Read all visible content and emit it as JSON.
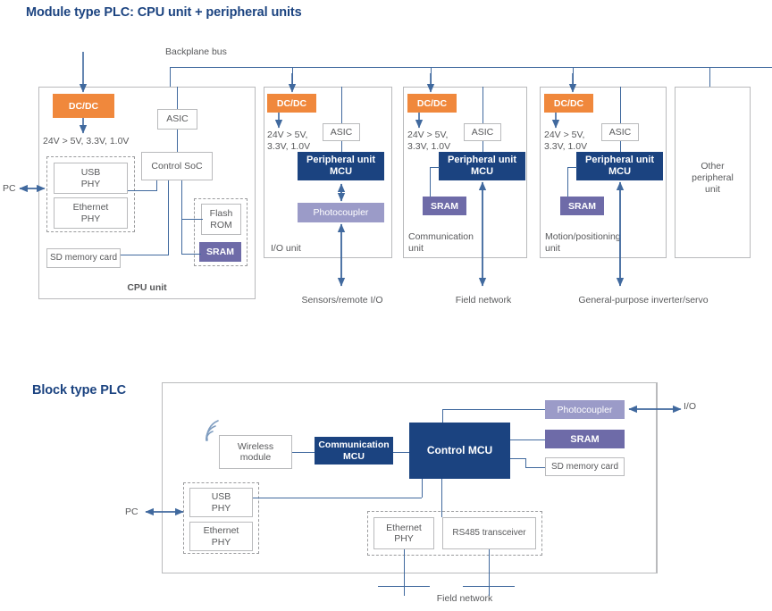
{
  "sections": {
    "module": {
      "title": "Module type PLC: CPU unit + peripheral units"
    },
    "block": {
      "title": "Block type PLC"
    }
  },
  "module_diagram": {
    "bus_label": "Backplane bus",
    "pc_label": "PC",
    "power_note": "24V > 5V, 3.3V, 1.0V",
    "power_note_wrapped": "24V > 5V,\n3.3V, 1.0V",
    "cpu_unit": {
      "name": "CPU unit",
      "dcdc": "DC/DC",
      "asic": "ASIC",
      "soc": "Control SoC",
      "usb_phy": "USB\nPHY",
      "eth_phy": "Ethernet\nPHY",
      "sd_card": "SD memory card",
      "flash_rom": "Flash\nROM",
      "sram": "SRAM"
    },
    "io_unit": {
      "name": "I/O unit",
      "dcdc": "DC/DC",
      "asic": "ASIC",
      "mcu": "Peripheral unit\nMCU",
      "photocoupler": "Photocoupler",
      "external": "Sensors/remote I/O"
    },
    "comm_unit": {
      "name": "Communication\nunit",
      "dcdc": "DC/DC",
      "asic": "ASIC",
      "mcu": "Peripheral unit\nMCU",
      "sram": "SRAM",
      "external": "Field network"
    },
    "motion_unit": {
      "name": "Motion/positioning\nunit",
      "dcdc": "DC/DC",
      "asic": "ASIC",
      "mcu": "Peripheral unit\nMCU",
      "sram": "SRAM",
      "external": "General-purpose inverter/servo"
    },
    "other_unit": {
      "name": "Other\nperipheral\nunit"
    }
  },
  "block_diagram": {
    "pc_label": "PC",
    "io_label": "I/O",
    "field_network": "Field network",
    "wireless_module": "Wireless\nmodule",
    "comm_mcu": "Communication\nMCU",
    "control_mcu": "Control MCU",
    "photocoupler": "Photocoupler",
    "sram": "SRAM",
    "sd_card": "SD memory card",
    "usb_phy": "USB\nPHY",
    "eth_phy_left": "Ethernet\nPHY",
    "eth_phy_bottom": "Ethernet\nPHY",
    "rs485": "RS485 transceiver"
  },
  "colors": {
    "title_blue": "#1b4380",
    "navy": "#1b4380",
    "orange": "#f0883c",
    "purple": "#6e6ba8",
    "light_purple": "#9b9bc8",
    "line_blue": "#40699e",
    "box_border": "#b9babc",
    "text_grey": "#58595b"
  }
}
